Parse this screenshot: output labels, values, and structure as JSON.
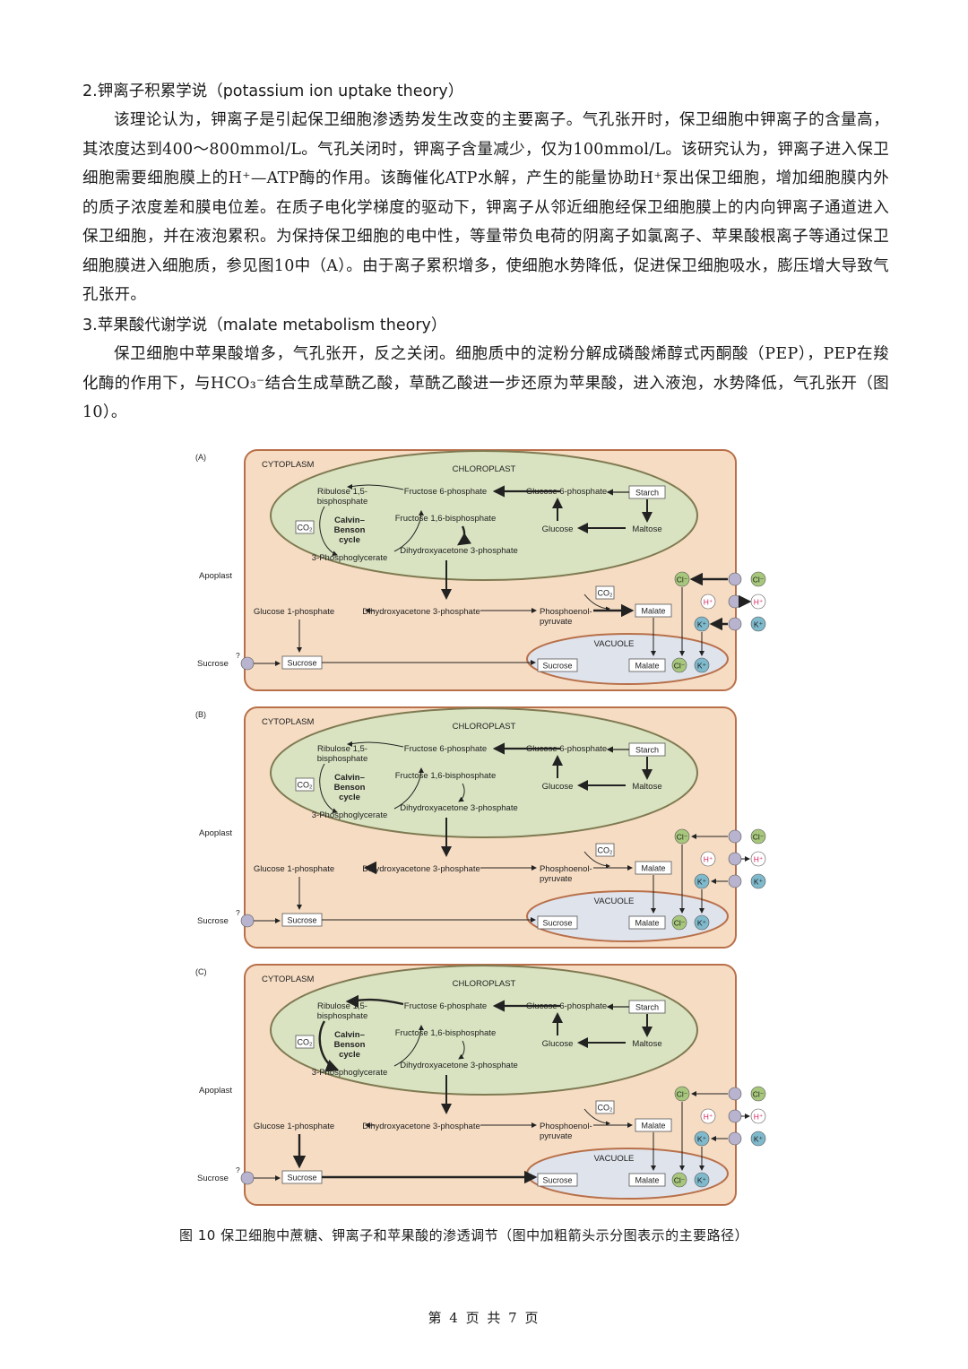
{
  "section2": {
    "heading": "2.钾离子积累学说（potassium ion uptake theory）",
    "para": "该理论认为，钾离子是引起保卫细胞渗透势发生改变的主要离子。气孔张开时，保卫细胞中钾离子的含量高，其浓度达到400～800mmol/L。气孔关闭时，钾离子含量减少，仅为100mmol/L。该研究认为，钾离子进入保卫细胞需要细胞膜上的H⁺—ATP酶的作用。该酶催化ATP水解，产生的能量协助H⁺泵出保卫细胞，增加细胞膜内外的质子浓度差和膜电位差。在质子电化学梯度的驱动下，钾离子从邻近细胞经保卫细胞膜上的内向钾离子通道进入保卫细胞，并在液泡累积。为保持保卫细胞的电中性，等量带负电荷的阴离子如氯离子、苹果酸根离子等通过保卫细胞膜进入细胞质，参见图10中（A）。由于离子累积增多，使细胞水势降低，促进保卫细胞吸水，膨压增大导致气孔张开。"
  },
  "section3": {
    "heading": "3.苹果酸代谢学说（malate metabolism theory）",
    "para": "保卫细胞中苹果酸增多，气孔张开，反之关闭。细胞质中的淀粉分解成磷酸烯醇式丙酮酸（PEP），PEP在羧化酶的作用下，与HCO₃⁻结合生成草酰乙酸，草酰乙酸进一步还原为苹果酸，进入液泡，水势降低，气孔张开（图10）。"
  },
  "figure": {
    "panels": [
      "(A)",
      "(B)",
      "(C)"
    ],
    "labels": {
      "cytoplasm": "CYTOPLASM",
      "chloroplast": "CHLOROPLAST",
      "vacuole": "VACUOLE",
      "apoplast": "Apoplast",
      "ribulose": "Ribulose 1,5-",
      "ribulose2": "bisphosphate",
      "calvin1": "Calvin–",
      "calvin2": "Benson",
      "calvin3": "cycle",
      "co2": "CO₂",
      "pga": "3-Phosphoglycerate",
      "f6p": "Fructose 6-phosphate",
      "f16bp": "Fructose 1,6-bisphosphate",
      "dhap": "Dihydroxyacetone 3-phosphate",
      "g6p": "Glucose 6-phosphate",
      "starch": "Starch",
      "glucose": "Glucose",
      "maltose": "Maltose",
      "g1p": "Glucose 1-phosphate",
      "pep1": "Phosphoenol-",
      "pep2": "pyruvate",
      "malate": "Malate",
      "sucrose": "Sucrose",
      "question": "?",
      "cl": "Cl⁻",
      "h": "H⁺",
      "k": "K⁺"
    },
    "colors": {
      "cell_fill": "#f6dcc3",
      "cell_stroke": "#b8704a",
      "chloro_fill": "#d9e3c1",
      "chloro_stroke": "#7f7a52",
      "vacuole_fill": "#dfe3ec",
      "cl_fill": "#a7c77c",
      "k_fill": "#7fb9cc",
      "h_color": "#d6265b",
      "transporter": "#b8b3cf"
    }
  },
  "caption": "图 10    保卫细胞中蔗糖、钾离子和苹果酸的渗透调节（图中加粗箭头示分图表示的主要路径）",
  "footer": "第 4 页 共 7 页"
}
